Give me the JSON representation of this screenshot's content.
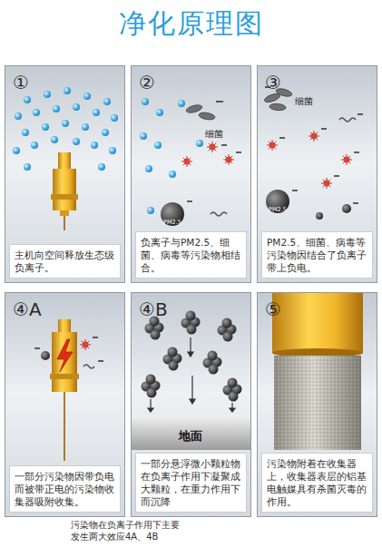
{
  "diagram": {
    "title": "净化原理图",
    "caption": "污染物在负离子作用下主要 发生两大效应4A、4B",
    "nodes": [
      {
        "text": [
          "①",
          "主机向空间释放生态级负离子。"
        ]
      },
      {
        "text": [
          "②",
          "负离子与PM2.5、细菌、病毒等污染物相结合。"
        ]
      },
      {
        "text": [
          "③",
          "PM2.5、细菌、病毒等污染物因结合了负离子带上负电。"
        ]
      },
      {
        "text": [
          "④A",
          "一部分污染物因带负电而被带正电的污染物收集器吸附收集。"
        ]
      },
      {
        "text": [
          "④B",
          "一部分悬浮微小颗粒物在负离子作用下凝聚成大颗粒，在重力作用下而沉降"
        ]
      },
      {
        "text": [
          "⑤",
          "污染物附着在收集器上，收集器表层的铝基电触媒具有杀菌灭毒的作用。"
        ]
      }
    ],
    "labels": [
      "细菌",
      "PM2.5",
      "细菌",
      "PM2.5",
      "地面"
    ]
  }
}
